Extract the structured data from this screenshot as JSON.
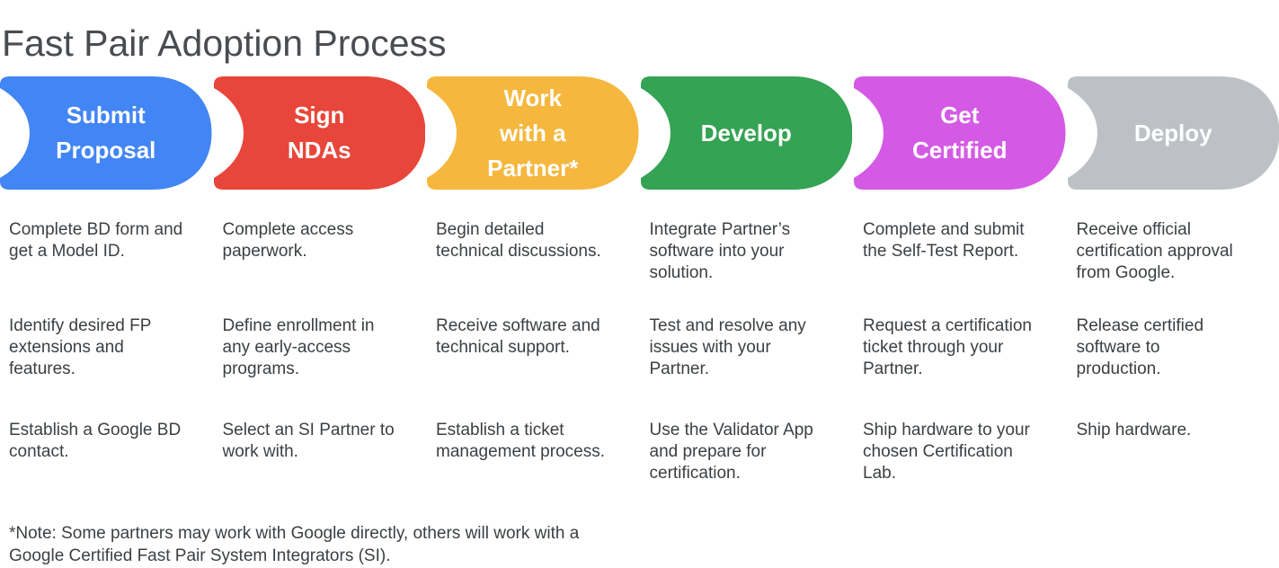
{
  "title": "Fast Pair Adoption Process",
  "note": "*Note: Some partners may work with Google directly, others will work with a\nGoogle Certified Fast Pair System Integrators (SI).",
  "steps": [
    {
      "title": "Submit\nProposal",
      "color": "#4285F4",
      "tasks": [
        "Complete BD form and\nget a Model ID.",
        "Identify desired FP\nextensions and\nfeatures.",
        "Establish a Google BD\ncontact."
      ]
    },
    {
      "title": "Sign\nNDAs",
      "color": "#E8463A",
      "tasks": [
        "Complete access\npaperwork.",
        "Define enrollment in\nany early-access\nprograms.",
        "Select an SI Partner to\nwork with."
      ]
    },
    {
      "title": "Work\nwith a\nPartner*",
      "color": "#F5B73D",
      "tasks": [
        "Begin detailed\ntechnical discussions.",
        "Receive software and\ntechnical support.",
        "Establish a ticket\nmanagement process."
      ]
    },
    {
      "title": "Develop",
      "color": "#34A353",
      "tasks": [
        "Integrate Partner’s\nsoftware into your\nsolution.",
        "Test and resolve any\nissues with your\nPartner.",
        "Use the Validator App\nand prepare for\ncertification."
      ]
    },
    {
      "title": "Get\nCertified",
      "color": "#D45AE5",
      "tasks": [
        "Complete and submit\nthe Self-Test Report.",
        "Request a certification\nticket through your\nPartner.",
        "Ship hardware to your\nchosen Certification\nLab."
      ]
    },
    {
      "title": "Deploy",
      "color": "#BDC1C6",
      "tasks": [
        "Receive official\ncertification approval\nfrom Google.",
        "Release certified\nsoftware to\nproduction.",
        "Ship hardware."
      ]
    }
  ]
}
